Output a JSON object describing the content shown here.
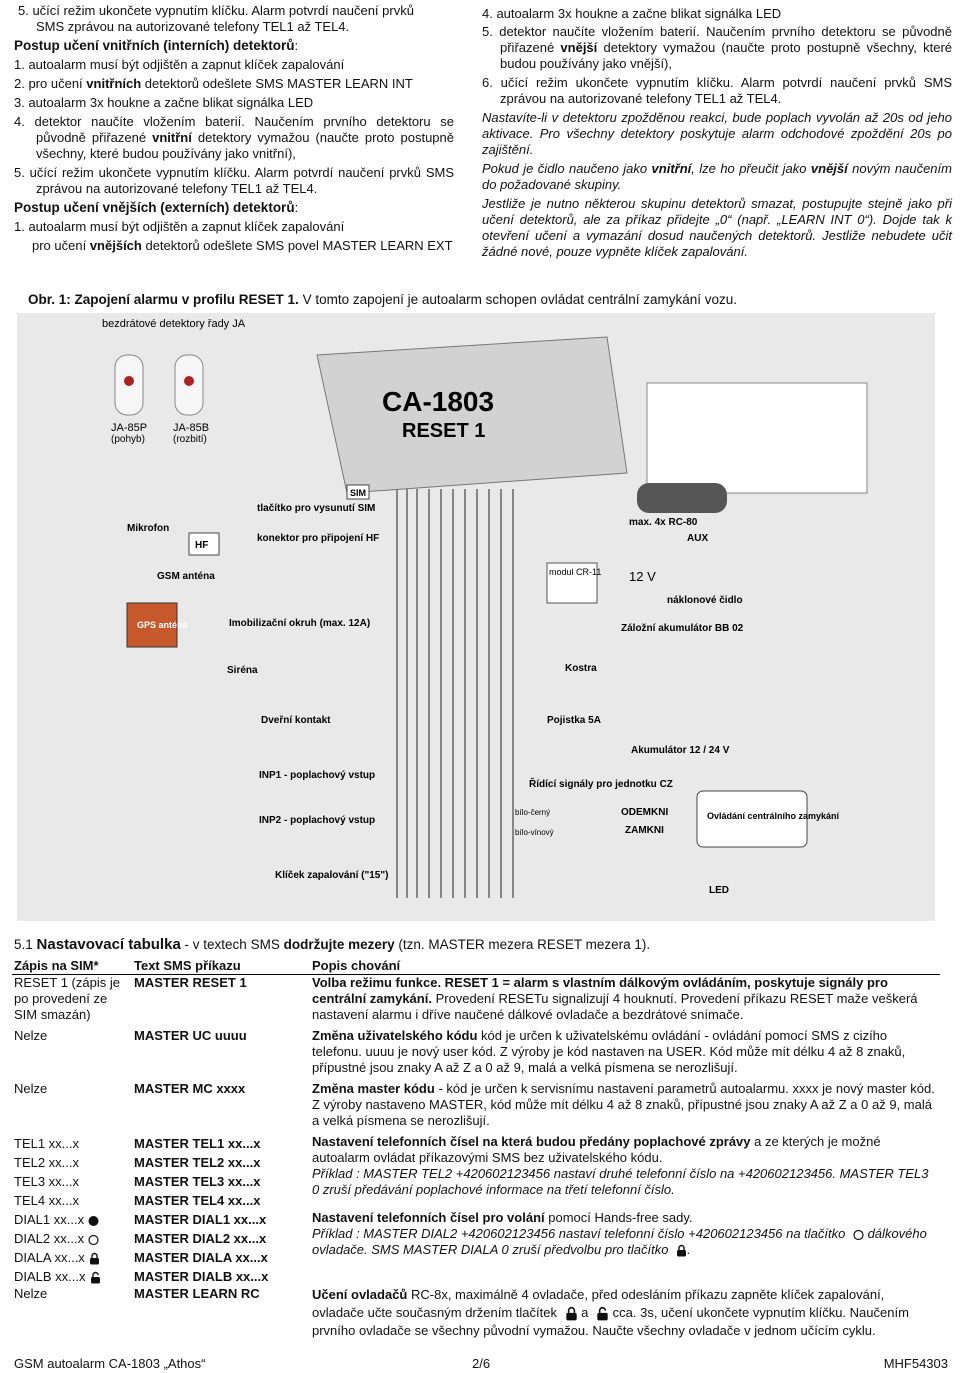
{
  "left_col": {
    "l1": "5. učící režim ukončete vypnutím klíčku. Alarm potvrdí naučení prvků",
    "l2": "SMS zprávou na autorizované telefony TEL1 až TEL4.",
    "h1_bold": "Postup učení vnitřních (interních) detektorů",
    "h1_tail": ":",
    "l3": "1. autoalarm musí být odjištěn a zapnut klíček zapalování",
    "l4_a": "2. pro učení ",
    "l4_b": "vnitřních",
    "l4_c": " detektorů odešlete SMS MASTER LEARN INT",
    "l5": "3. autoalarm 3x houkne a začne blikat signálka LED",
    "l6_a": "4. detektor naučíte vložením baterií. Naučením prvního detektoru se původně přiřazené ",
    "l6_b": "vnitřní",
    "l6_c": " detektory vymažou (naučte proto postupně všechny, které budou používány jako vnitřní),",
    "l7": "5. učící režim ukončete vypnutím klíčku. Alarm potvrdí naučení prvků SMS zprávou na autorizované telefony TEL1 až TEL4.",
    "h2_bold": "Postup učení vnějších (externích) detektorů",
    "h2_tail": ":",
    "l8": "1. autoalarm musí být odjištěn a zapnut klíček zapalování",
    "l9_a": "pro učení ",
    "l9_b": "vnějších",
    "l9_c": " detektorů odešlete SMS povel   MASTER LEARN EXT"
  },
  "right_col": {
    "r1": "4. autoalarm 3x houkne a začne blikat signálka LED",
    "r2_a": "5. detektor naučíte vložením baterií. Naučením prvního detektoru se původně přiřazené ",
    "r2_b": "vnější",
    "r2_c": " detektory vymažou (naučte proto postupně všechny, které budou používány jako vnější),",
    "r3": "6. učící režim ukončete vypnutím klíčku. Alarm potvrdí naučení prvků SMS zprávou na autorizované telefony TEL1 až TEL4.",
    "r4": "Nastavíte-li v detektoru zpožděnou reakci, bude poplach vyvolán až 20s od jeho aktivace. Pro všechny detektory poskytuje alarm odchodové zpoždění 20s po zajištění.",
    "r5_a": "Pokud je čidlo naučeno jako ",
    "r5_b": "vnitřní",
    "r5_c": ", lze ho přeučit jako ",
    "r5_d": "vnější",
    "r5_e": " novým naučením do požadované skupiny.",
    "r6": "Jestliže je nutno některou skupinu detektorů smazat, postupujte stejně jako při učení detektorů, ale za příkaz přidejte „0“ (např. „LEARN INT 0“). Dojde tak k otevření učení a vymazání dosud naučených detektorů. Jestliže nebudete učit žádné nové, pouze vypněte klíček zapalování."
  },
  "figure": {
    "caption_bold": "Obr. 1: Zapojení alarmu v profilu RESET 1.",
    "caption_rest": " V tomto zapojení je autoalarm schopen ovládat centrální zamykání vozu."
  },
  "diagram": {
    "unit_model": "CA-1803",
    "unit_profile": "RESET 1",
    "fobs_title": "bezdrátové detektory řady JA",
    "fob1_name": "JA-85P",
    "fob1_sub": "(pohyb)",
    "fob2_name": "JA-85B",
    "fob2_sub": "(rozbití)",
    "sim": "SIM",
    "sim_button": "tlačítko pro vysunutí SIM",
    "mic": "Mikrofon",
    "hf": "HF",
    "hf_connector": "konektor pro připojení HF",
    "gsm_ant": "GSM anténa",
    "gps": "GPS anténa",
    "immob": "Imobilizační okruh (max. 12A)",
    "siren": "Siréna",
    "door": "Dveřní kontakt",
    "inp1": "INP1 - poplachový vstup",
    "inp2": "INP2 - poplachový vstup",
    "ignition": "Klíček zapalování (\"15\")",
    "remote": "max. 4x RC-80",
    "aux": "AUX",
    "modul": "modul CR-11",
    "v12": "12 V",
    "tilt": "náklonové čidlo",
    "backup": "Záložní akumulátor BB 02",
    "ground": "Kostra",
    "fuse": "Pojistka 5A",
    "battery": "Akumulátor 12 / 24 V",
    "cz_signals": "Řídící signály pro jednotku CZ",
    "unlock": "ODEMKNI",
    "lock": "ZAMKNI",
    "cz_unit": "Ovládání centrálního zamykání",
    "led": "LED",
    "wire_bw": "bílo-černý",
    "wire_bv": "bílo-vínový"
  },
  "settings": {
    "num": "5.1",
    "title": "Nastavovací tabulka",
    "mid": " - v textech SMS ",
    "bold_note": "dodržujte mezery",
    "tail": " (tzn. MASTER mezera RESET mezera 1).",
    "headers": [
      "Zápis na SIM*",
      "Text SMS příkazu",
      "Popis chování"
    ],
    "r1_c1": "RESET 1 (zápis je po provedení ze SIM smazán)",
    "r1_c2": "MASTER RESET 1",
    "r1_c3_b": "Volba režimu funkce. RESET 1 = alarm s vlastním dálkovým ovládáním, poskytuje signály pro centrální zamykání.",
    "r1_c3": " Provedení RESETu signalizují 4 houknutí. Provedení příkazu RESET maže veškerá nastavení alarmu i dříve naučené dálkové ovladače a bezdrátové snímače.",
    "r2_c1": "Nelze",
    "r2_c2": "MASTER UC uuuu",
    "r2_c3_b": "Změna uživatelského kódu",
    "r2_c3": " kód je určen k uživatelskému ovládání - ovládání pomocí SMS z cizího telefonu. uuuu je nový user kód. Z výroby je kód nastaven na USER. Kód může mít délku 4 až 8 znaků, přípustné jsou znaky A až Z a 0 až 9, malá a velká písmena se nerozlišují.",
    "r3_c1": "Nelze",
    "r3_c2": "MASTER MC xxxx",
    "r3_c3_b": "Změna master kódu",
    "r3_c3": " - kód je určen k servisnímu nastavení parametrů autoalarmu.  xxxx je nový master kód. Z výroby nastaveno MASTER, kód může mít délku 4 až 8 znaků, přípustné jsou znaky A až Z a 0 až 9, malá a velká písmena se nerozlišují.",
    "tel_c1": [
      "TEL1 xx...x",
      "TEL2 xx...x",
      "TEL3 xx...x",
      "TEL4 xx...x"
    ],
    "tel_c2": [
      "MASTER TEL1 xx...x",
      "MASTER TEL2 xx...x",
      "MASTER TEL3 xx...x",
      "MASTER TEL4 xx...x"
    ],
    "tel_c3_b": "Nastavení telefonních čísel na která budou předány poplachové zprávy",
    "tel_c3": " a ze kterých je možné autoalarm ovládat příkazovými SMS bez uživatelského kódu.",
    "tel_c3_i": "Příklad : MASTER TEL2 +420602123456  nastaví druhé telefonní číslo na +420602123456. MASTER TEL3 0   zruší předávání poplachové informace na třetí telefonní číslo.",
    "dial_c1": [
      "DIAL1 xx...x",
      "DIAL2 xx...x",
      "DIALA xx...x",
      "DIALB xx...x"
    ],
    "dial_c2": [
      "MASTER DIAL1 xx...x",
      "MASTER DIAL2 xx...x",
      "MASTER DIALA xx...x",
      "MASTER DIALB xx...x"
    ],
    "dial_c3_b": "Nastavení telefonních čísel pro volání",
    "dial_c3": " pomocí Hands-free sady.",
    "dial_c3_i1": "Příklad :  MASTER DIAL2 +420602123456  nastaví telefonní číslo +420602123456 na tlačítko ",
    "dial_c3_i2": " dálkového ovladače.  SMS MASTER DIALA 0  zruší předvolbu pro tlačítko ",
    "dial_c3_i3": ".",
    "last_c1": "Nelze",
    "last_c2": "MASTER LEARN RC",
    "last_c3_b": "Učení ovladačů",
    "last_c3a": " RC-8x,  maximálně 4 ovladače, před odesláním příkazu zapněte klíček zapalování, ovladače učte současným držením tlačítek ",
    "last_c3b": " a ",
    "last_c3c": " cca. 3s, učení ukončete vypnutím klíčku.  Naučením prvního ovladače se všechny původní vymažou. Naučte všechny ovladače v jednom učícím cyklu."
  },
  "footer": {
    "left": "GSM autoalarm CA-1803 „Athos“",
    "center": "2/6",
    "right": "MHF54303"
  }
}
